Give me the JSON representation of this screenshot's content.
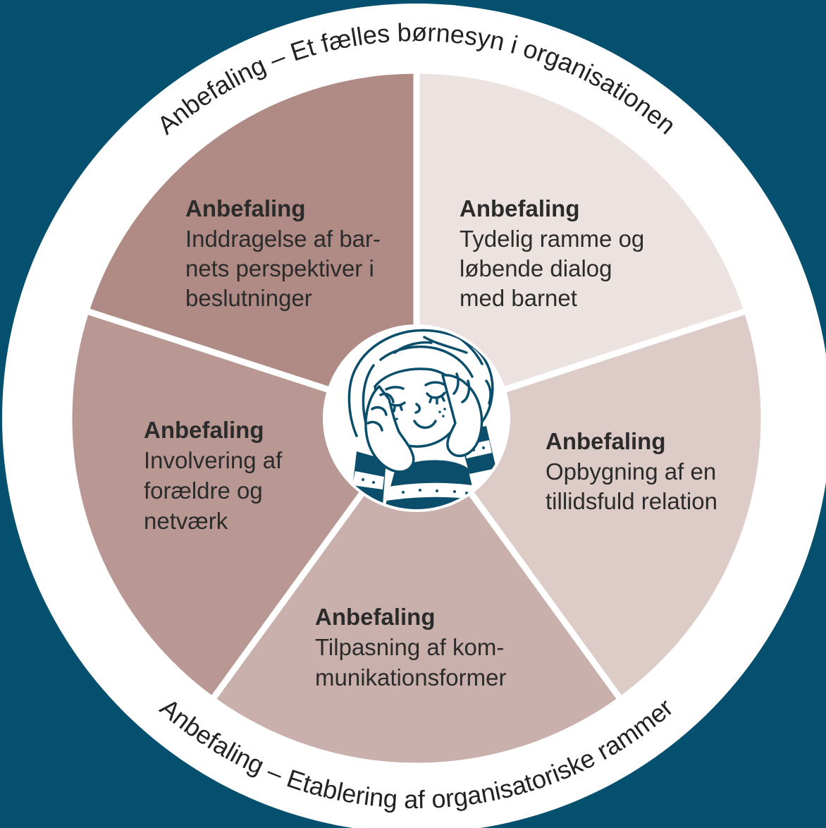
{
  "ring": {
    "top_label": "Anbefaling – Et fælles børnesyn i organisationen",
    "bottom_label": "Anbefaling – Etablering af organisatoriske rammer"
  },
  "segments": [
    {
      "heading": "Anbefaling",
      "lines": [
        "Tydelig ramme og",
        "løbende dialog",
        "med barnet"
      ],
      "color": "#ece3e0"
    },
    {
      "heading": "Anbefaling",
      "lines": [
        "Opbygning af en",
        "tillidsfuld relation"
      ],
      "color": "#ddcbc8"
    },
    {
      "heading": "Anbefaling",
      "lines": [
        "Tilpasning af kom-",
        "munikationsformer"
      ],
      "color": "#cab0ad"
    },
    {
      "heading": "Anbefaling",
      "lines": [
        "Involvering af",
        "forældre og",
        "netværk"
      ],
      "color": "#b99894"
    },
    {
      "heading": "Anbefaling",
      "lines": [
        "Inddragelse af bar-",
        "nets perspektiver i",
        "beslutninger"
      ],
      "color": "#b08b85"
    }
  ],
  "center": {
    "icon": "child-face-icon"
  },
  "colors": {
    "background": "#06506f",
    "ring": "#ffffff",
    "divider": "#ffffff",
    "text": "#2b2b2b",
    "ring_text": "#222222",
    "illustration": "#0b4e6c"
  }
}
